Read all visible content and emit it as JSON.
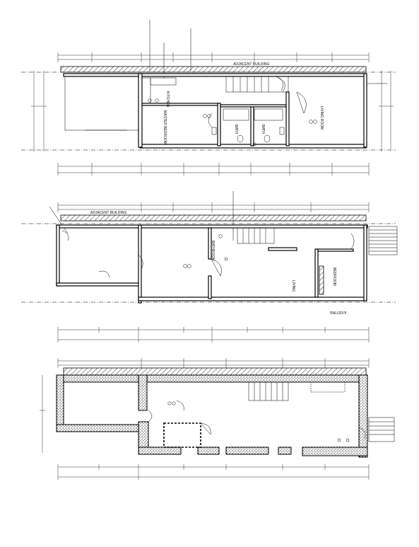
{
  "plan_top": {
    "adjacent_label": "ADJACENT BUILDING",
    "rooms": {
      "kitchen": "KITCHEN",
      "master_bedroom": "MASTER BEDROOM",
      "bath_1": "BATH",
      "bath_2": "BATH",
      "living_room": "LIVING ROOM"
    }
  },
  "plan_middle": {
    "adjacent_label": "ADJACENT BUILDING",
    "rooms": {
      "bathroom": "BATHROOM",
      "living": "LIVING",
      "bedroom": "BEDROOM"
    },
    "existing_label": "EXISTING"
  },
  "plan_bottom": {}
}
